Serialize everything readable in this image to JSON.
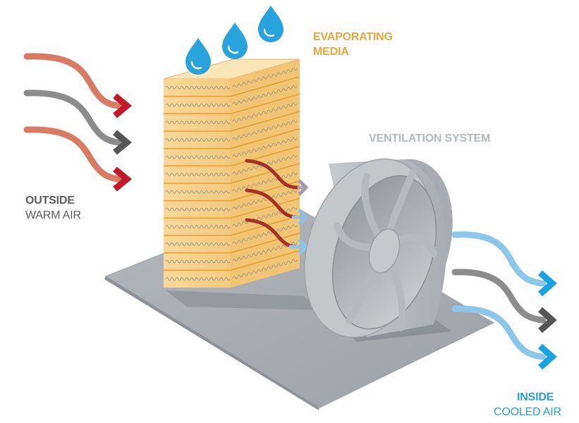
{
  "labels": {
    "evaporating_media": [
      "EVAPORATING",
      "MEDIA"
    ],
    "ventilation_system": "VENTILATION SYSTEM",
    "outside": {
      "line1": "OUTSIDE",
      "line2": "WARM AIR"
    },
    "inside": {
      "line1": "INSIDE",
      "line2": "COOLED AIR"
    }
  },
  "colors": {
    "media_label": "#e8a63f",
    "ventilation_label": "#b4b8bb",
    "outside_label": "#5c5c5c",
    "inside_label": "#2b9fd6",
    "warm_arrow": "#d97b62",
    "warm_arrowhead": "#c1192c",
    "neutral_arrow": "#8c8c8c",
    "neutral_arrowhead": "#555555",
    "cool_arrow": "#8cc7ea",
    "cool_arrowhead": "#1aa3e0",
    "water_drop": "#29a3dc",
    "media_fill": "#f7d494",
    "base_plate": "#a7abb0",
    "fan_body": "#b9bdc1"
  },
  "icons": {
    "water_drops": "water-drop-icon",
    "fan": "fan-icon"
  }
}
